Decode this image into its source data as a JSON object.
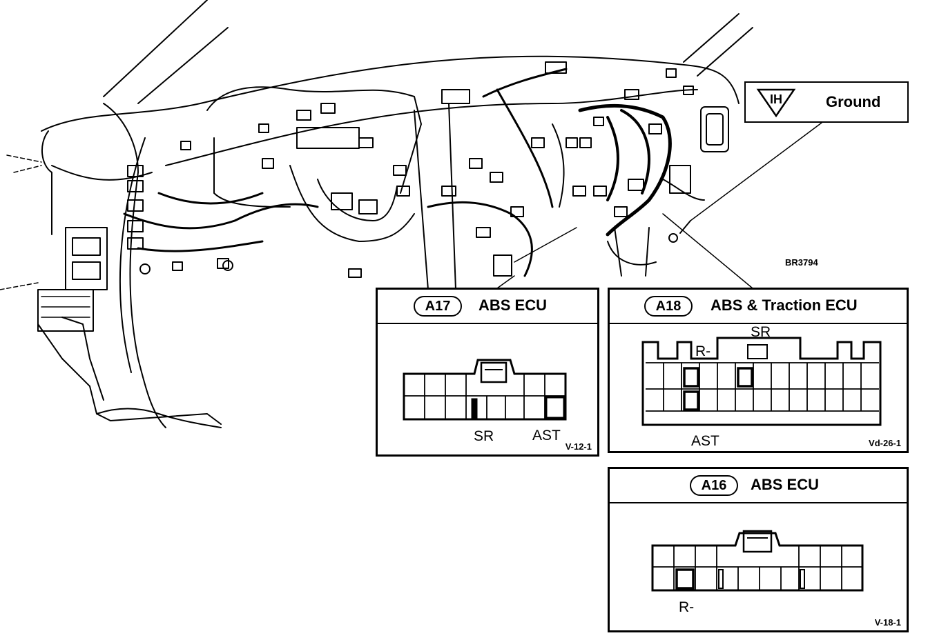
{
  "diagram_ref": "BR3794",
  "ground": {
    "symbol": "IH",
    "label": "Ground"
  },
  "connectors": [
    {
      "id": "A17",
      "title": "ABS ECU",
      "code": "V-12-1",
      "pins": [
        "SR",
        "AST"
      ]
    },
    {
      "id": "A18",
      "title": "ABS & Traction ECU",
      "code": "Vd-26-1",
      "pins": [
        "R-",
        "SR",
        "AST"
      ]
    },
    {
      "id": "A16",
      "title": "ABS ECU",
      "code": "V-18-1",
      "pins": [
        "R-"
      ]
    }
  ]
}
